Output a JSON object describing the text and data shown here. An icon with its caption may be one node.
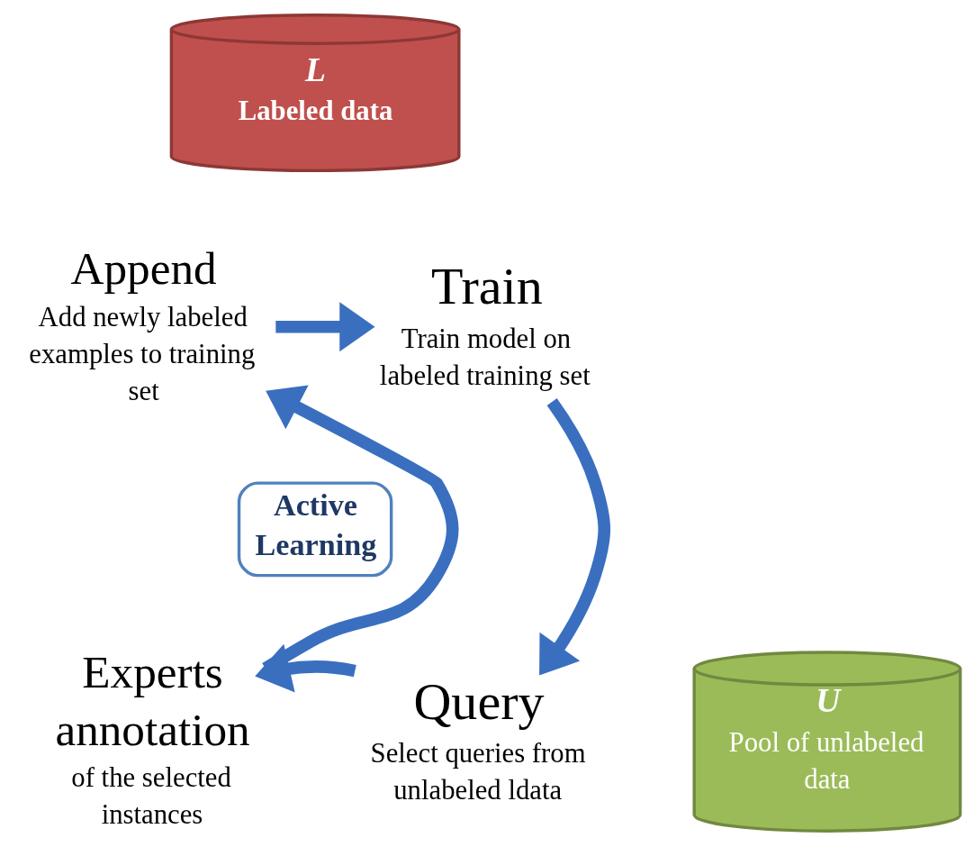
{
  "diagram": {
    "nodes": [
      {
        "text": [
          "L",
          "Labeled data"
        ]
      },
      {
        "text": [
          "Append",
          "Add newly labeled examples to training set"
        ]
      },
      {
        "text": [
          "Train",
          "Train model on labeled training set"
        ]
      },
      {
        "text": [
          "Active Learning"
        ]
      },
      {
        "text": [
          "Experts annotation",
          "of the selected instances"
        ]
      },
      {
        "text": [
          "Query",
          "Select queries from unlabeled ldata"
        ]
      },
      {
        "text": [
          "U",
          "Pool of unlabeled data"
        ]
      }
    ],
    "edges": [
      {
        "from": 1,
        "to": 2,
        "arrow": "to"
      },
      {
        "from": 2,
        "to": 5,
        "arrow": "to"
      },
      {
        "from": 5,
        "to": 4,
        "arrow": "to"
      },
      {
        "from": 4,
        "to": 1,
        "arrow": "to"
      }
    ]
  }
}
